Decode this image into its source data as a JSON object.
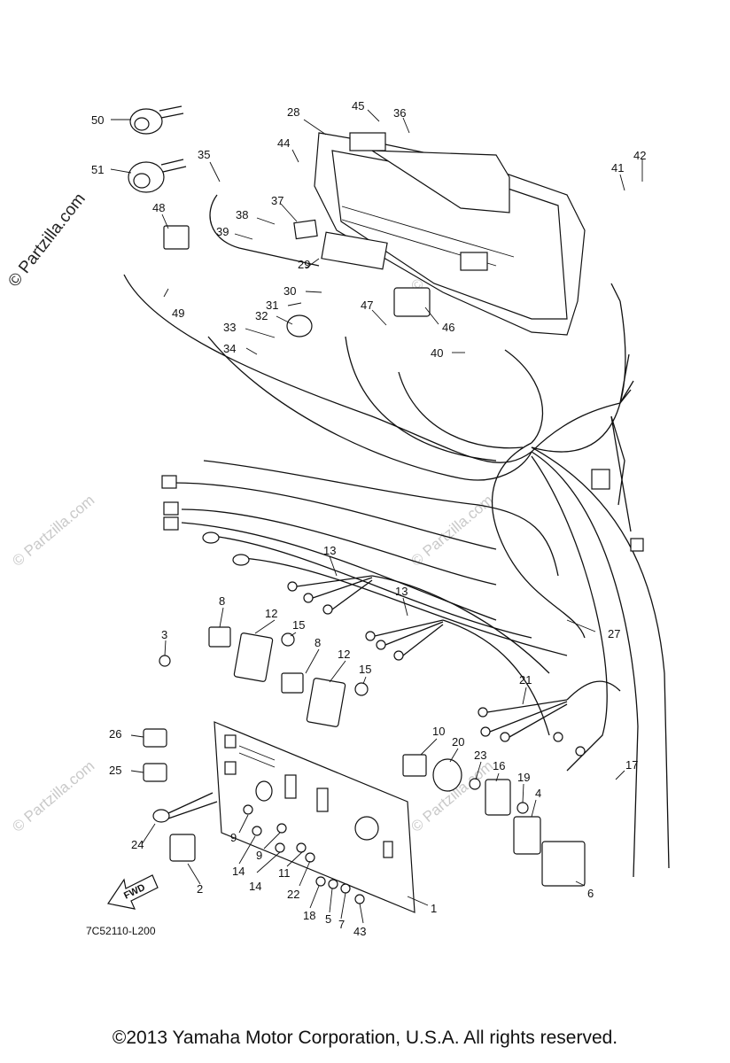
{
  "diagram": {
    "drawing_code": "7C52110-L200",
    "fwd_label": "FWD",
    "copyright": "©2013  Yamaha Motor Corporation, U.S.A. All rights reserved.",
    "watermark_primary": "© Partzilla.com",
    "watermark_faint": "© Partzilla.com",
    "callouts": [
      "1",
      "2",
      "3",
      "4",
      "5",
      "6",
      "7",
      "8",
      "8",
      "9",
      "9",
      "10",
      "11",
      "12",
      "12",
      "13",
      "13",
      "14",
      "14",
      "15",
      "15",
      "16",
      "17",
      "18",
      "19",
      "20",
      "21",
      "22",
      "23",
      "24",
      "25",
      "26",
      "27",
      "28",
      "29",
      "30",
      "31",
      "32",
      "33",
      "34",
      "35",
      "36",
      "37",
      "38",
      "39",
      "40",
      "41",
      "42",
      "43",
      "44",
      "45",
      "46",
      "47",
      "48",
      "49",
      "50",
      "51"
    ]
  }
}
